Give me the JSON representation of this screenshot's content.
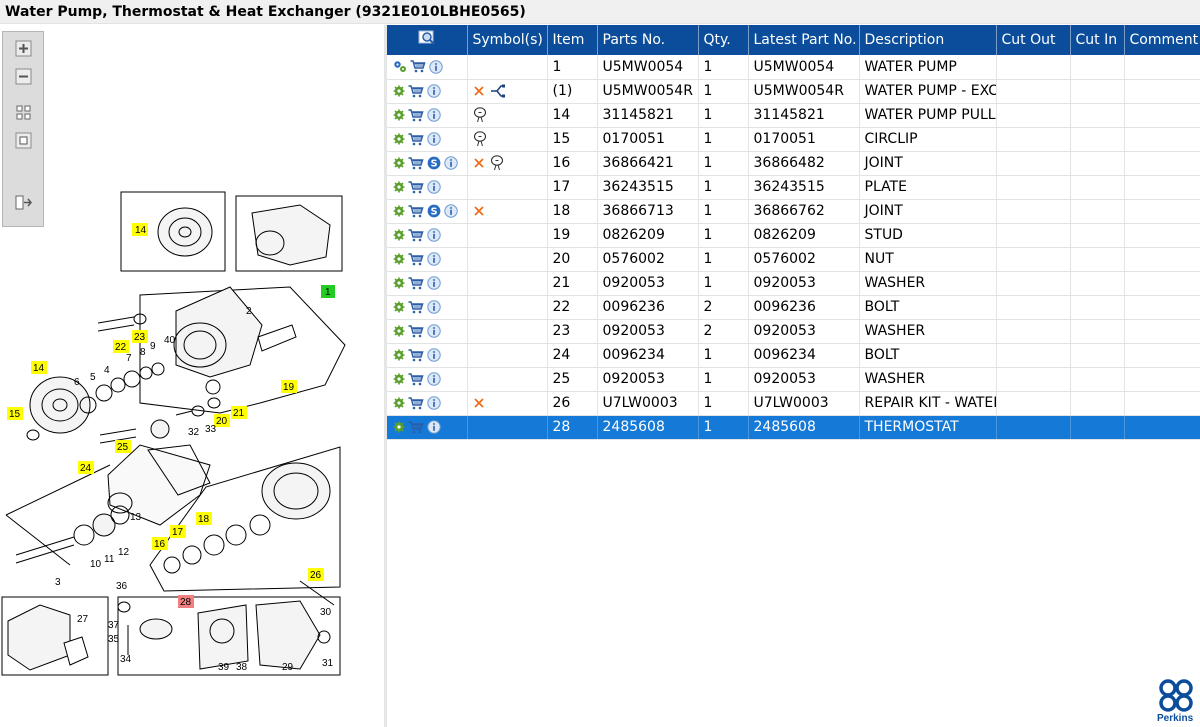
{
  "window": {
    "title": "Water Pump, Thermostat & Heat Exchanger (9321E010LBHE0565)"
  },
  "toolbar": {
    "zoom_in_icon": "zoom-in-icon",
    "zoom_out_icon": "zoom-out-icon",
    "fit_icon": "fit-page-icon",
    "actual_size_icon": "actual-size-icon",
    "export_icon": "export-icon"
  },
  "diagram": {
    "callouts_highlighted": [
      "14",
      "1",
      "22",
      "23",
      "19",
      "15",
      "21",
      "20",
      "25",
      "24",
      "18",
      "17",
      "16",
      "26"
    ],
    "callout_selected": "28",
    "labels": [
      "2",
      "40",
      "7",
      "8",
      "9",
      "6",
      "5",
      "4",
      "32",
      "33",
      "13",
      "12",
      "11",
      "10",
      "3",
      "36",
      "37",
      "35",
      "34",
      "27",
      "39",
      "38",
      "30",
      "29",
      "31"
    ]
  },
  "table": {
    "header_icon": "search-zoom-icon",
    "columns": [
      "Symbol(s)",
      "Item",
      "Parts No.",
      "Qty.",
      "Latest Part No.",
      "Description",
      "Cut Out",
      "Cut In",
      "Comment"
    ],
    "rows": [
      {
        "item": "1",
        "part": "U5MW0054",
        "qty": "1",
        "latest": "U5MW0054",
        "desc": "WATER PUMP",
        "s": false,
        "symbols": [],
        "lead": "gears"
      },
      {
        "item": "(1)",
        "part": "U5MW0054R",
        "qty": "1",
        "latest": "U5MW0054R",
        "desc": "WATER PUMP - EXC",
        "s": false,
        "symbols": [
          "cross",
          "branch"
        ],
        "lead": "gear"
      },
      {
        "item": "14",
        "part": "31145821",
        "qty": "1",
        "latest": "31145821",
        "desc": "WATER PUMP PULLE",
        "s": false,
        "symbols": [
          "pin"
        ],
        "lead": "gear"
      },
      {
        "item": "15",
        "part": "0170051",
        "qty": "1",
        "latest": "0170051",
        "desc": "CIRCLIP",
        "s": false,
        "symbols": [
          "pin"
        ],
        "lead": "gear"
      },
      {
        "item": "16",
        "part": "36866421",
        "qty": "1",
        "latest": "36866482",
        "desc": "JOINT",
        "s": true,
        "symbols": [
          "cross",
          "pin"
        ],
        "lead": "gear"
      },
      {
        "item": "17",
        "part": "36243515",
        "qty": "1",
        "latest": "36243515",
        "desc": "PLATE",
        "s": false,
        "symbols": [],
        "lead": "gear"
      },
      {
        "item": "18",
        "part": "36866713",
        "qty": "1",
        "latest": "36866762",
        "desc": "JOINT",
        "s": true,
        "symbols": [
          "cross"
        ],
        "lead": "gear"
      },
      {
        "item": "19",
        "part": "0826209",
        "qty": "1",
        "latest": "0826209",
        "desc": "STUD",
        "s": false,
        "symbols": [],
        "lead": "gear"
      },
      {
        "item": "20",
        "part": "0576002",
        "qty": "1",
        "latest": "0576002",
        "desc": "NUT",
        "s": false,
        "symbols": [],
        "lead": "gear"
      },
      {
        "item": "21",
        "part": "0920053",
        "qty": "1",
        "latest": "0920053",
        "desc": "WASHER",
        "s": false,
        "symbols": [],
        "lead": "gear"
      },
      {
        "item": "22",
        "part": "0096236",
        "qty": "2",
        "latest": "0096236",
        "desc": "BOLT",
        "s": false,
        "symbols": [],
        "lead": "gear"
      },
      {
        "item": "23",
        "part": "0920053",
        "qty": "2",
        "latest": "0920053",
        "desc": "WASHER",
        "s": false,
        "symbols": [],
        "lead": "gear"
      },
      {
        "item": "24",
        "part": "0096234",
        "qty": "1",
        "latest": "0096234",
        "desc": "BOLT",
        "s": false,
        "symbols": [],
        "lead": "gear"
      },
      {
        "item": "25",
        "part": "0920053",
        "qty": "1",
        "latest": "0920053",
        "desc": "WASHER",
        "s": false,
        "symbols": [],
        "lead": "gear"
      },
      {
        "item": "26",
        "part": "U7LW0003",
        "qty": "1",
        "latest": "U7LW0003",
        "desc": "REPAIR KIT - WATEF",
        "s": false,
        "symbols": [
          "cross"
        ],
        "lead": "gear"
      },
      {
        "item": "28",
        "part": "2485608",
        "qty": "1",
        "latest": "2485608",
        "desc": "THERMOSTAT",
        "s": false,
        "symbols": [],
        "lead": "gear",
        "selected": true
      }
    ]
  },
  "colors": {
    "header_bg": "#0b4d9b",
    "selected_row": "#1479d7",
    "callout": "#ffff00",
    "callout_selected": "#f08080",
    "gear_green": "#5aa02c",
    "cross_orange": "#e8701a"
  },
  "brand": {
    "logo_text": "Perkins"
  }
}
